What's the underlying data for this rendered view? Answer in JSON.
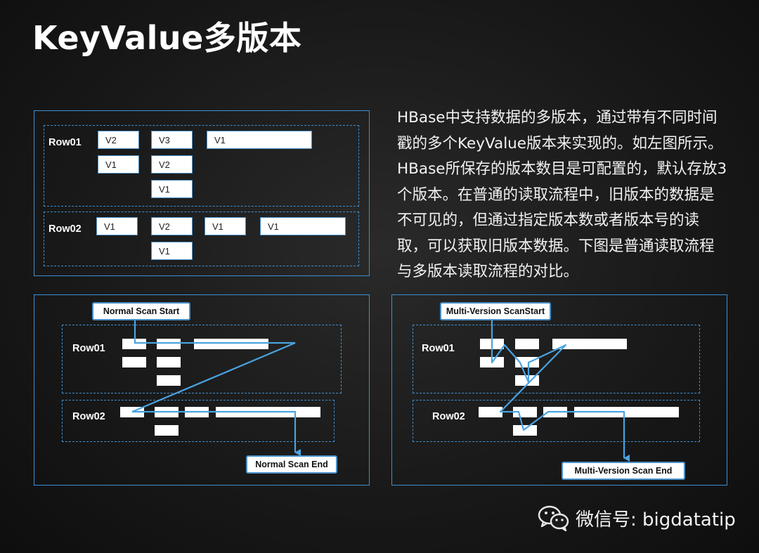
{
  "title": "KeyValue多版本",
  "description": "HBase中支持数据的多版本，通过带有不同时间戳的多个KeyValue版本来实现的。如左图所示。HBase所保存的版本数目是可配置的，默认存放3个版本。在普通的读取流程中，旧版本的数据是不可见的，但通过指定版本数或者版本号的读取，可以获取旧版本数据。下图是普通读取流程与多版本读取流程的对比。",
  "top_diagram": {
    "row1_label": "Row01",
    "row2_label": "Row02",
    "row1_cells": [
      "V2",
      "V1",
      "V3",
      "V2",
      "V1",
      "V1"
    ],
    "row2_cells": [
      "V1",
      "V2",
      "V1",
      "V1",
      "V1"
    ]
  },
  "normal_scan": {
    "row1_label": "Row01",
    "row2_label": "Row02",
    "start_label": "Normal Scan Start",
    "end_label": "Normal Scan End"
  },
  "multi_scan": {
    "row1_label": "Row01",
    "row2_label": "Row02",
    "start_label": "Multi-Version ScanStart",
    "end_label": "Multi-Version Scan End"
  },
  "footer": {
    "wechat_text": "微信号: bigdatatip"
  },
  "colors": {
    "accent_blue": "#3f8fd0",
    "flow_line": "#4aa3e0",
    "background": "#1c1c1c"
  }
}
